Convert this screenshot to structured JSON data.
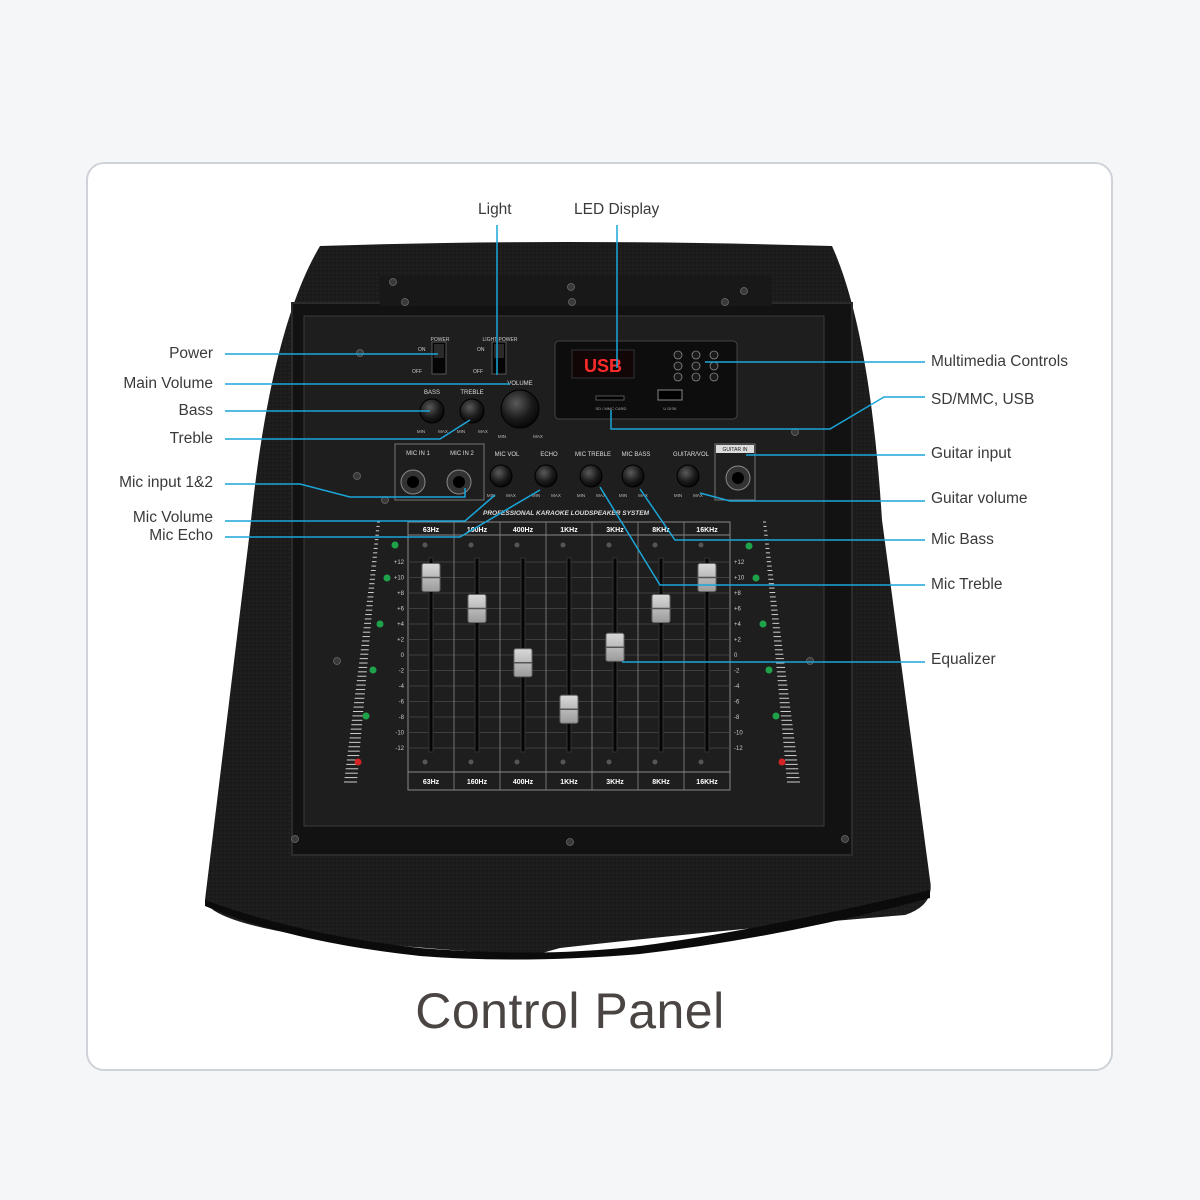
{
  "title": "Control Panel",
  "callouts_top": [
    {
      "id": "light",
      "text": "Light"
    },
    {
      "id": "led-display",
      "text": "LED Display"
    }
  ],
  "callouts_left": [
    {
      "id": "power",
      "text": "Power"
    },
    {
      "id": "main-volume",
      "text": "Main Volume"
    },
    {
      "id": "bass",
      "text": "Bass"
    },
    {
      "id": "treble",
      "text": "Treble"
    },
    {
      "id": "mic-input",
      "text": "Mic input 1&2"
    },
    {
      "id": "mic-volume",
      "text": "Mic Volume"
    },
    {
      "id": "mic-echo",
      "text": "Mic Echo"
    }
  ],
  "callouts_right": [
    {
      "id": "multimedia",
      "text": "Multimedia Controls"
    },
    {
      "id": "sd-usb",
      "text": "SD/MMC, USB"
    },
    {
      "id": "guitar-input",
      "text": "Guitar input"
    },
    {
      "id": "guitar-volume",
      "text": "Guitar volume"
    },
    {
      "id": "mic-bass",
      "text": "Mic Bass"
    },
    {
      "id": "mic-treble",
      "text": "Mic Treble"
    },
    {
      "id": "equalizer",
      "text": "Equalizer"
    }
  ],
  "device": {
    "led_text": "USB",
    "panel_heading": "PROFESSIONAL KARAOKE LOUDSPEAKER SYSTEM",
    "switches": {
      "power": "POWER",
      "light_power": "LIGHT POWER",
      "on": "ON",
      "off": "OFF"
    },
    "knob_labels": {
      "bass": "BASS",
      "treble": "TREBLE",
      "volume": "VOLUME",
      "mic_vol": "MIC VOL",
      "echo": "ECHO",
      "mic_treble": "MIC TREBLE",
      "mic_bass": "MIC BASS",
      "guitar_vol": "GUITAR/VOL",
      "min": "MIN",
      "max": "MAX"
    },
    "inputs": {
      "mic1": "MIC IN 1",
      "mic2": "MIC IN 2",
      "guitar": "GUITAR IN"
    },
    "slots": {
      "sd": "SD / MMC CARD",
      "usb": "U DISK"
    },
    "eq_bands": [
      "63Hz",
      "160Hz",
      "400Hz",
      "1KHz",
      "3KHz",
      "8KHz",
      "16KHz"
    ],
    "eq_scale": [
      "+12",
      "+10",
      "+8",
      "+6",
      "+4",
      "+2",
      "0",
      "-2",
      "-4",
      "-6",
      "-8",
      "-10",
      "-12"
    ],
    "eq_levels_db": [
      10,
      6,
      -1,
      -7,
      1,
      6,
      10
    ]
  }
}
